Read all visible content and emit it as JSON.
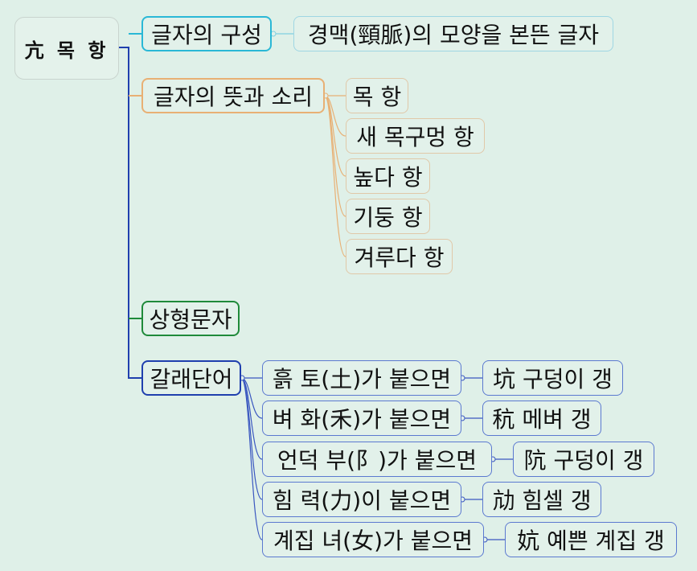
{
  "root": "亢 목 항",
  "branches": {
    "composition": {
      "label": "글자의 구성",
      "detail": "경맥(頸脈)의 모양을 본뜬 글자"
    },
    "meaning": {
      "label": "글자의 뜻과 소리",
      "items": [
        "목 항",
        "새 목구멍 항",
        "높다 항",
        "기둥 항",
        "겨루다 항"
      ]
    },
    "type": {
      "label": "상형문자"
    },
    "derived": {
      "label": "갈래단어",
      "items": [
        {
          "radical": "흙 토(土)가 붙으면",
          "result": "坑 구덩이 갱"
        },
        {
          "radical": "벼 화(禾)가 붙으면",
          "result": "秔 메벼 갱"
        },
        {
          "radical": "언덕 부(阝)가 붙으면",
          "result": "阬 구덩이 갱"
        },
        {
          "radical": "힘 력(力)이 붙으면",
          "result": "劥 힘셀 갱"
        },
        {
          "radical": "계집 녀(女)가 붙으면",
          "result": "妔 예쁜 계집 갱"
        }
      ]
    }
  },
  "colors": {
    "background": "#dff0e8",
    "composition": "#2ab8d6",
    "meaning": "#e8b074",
    "type": "#1f8a3a",
    "derived": "#1f3fae",
    "trunk": "#1f3fae"
  }
}
